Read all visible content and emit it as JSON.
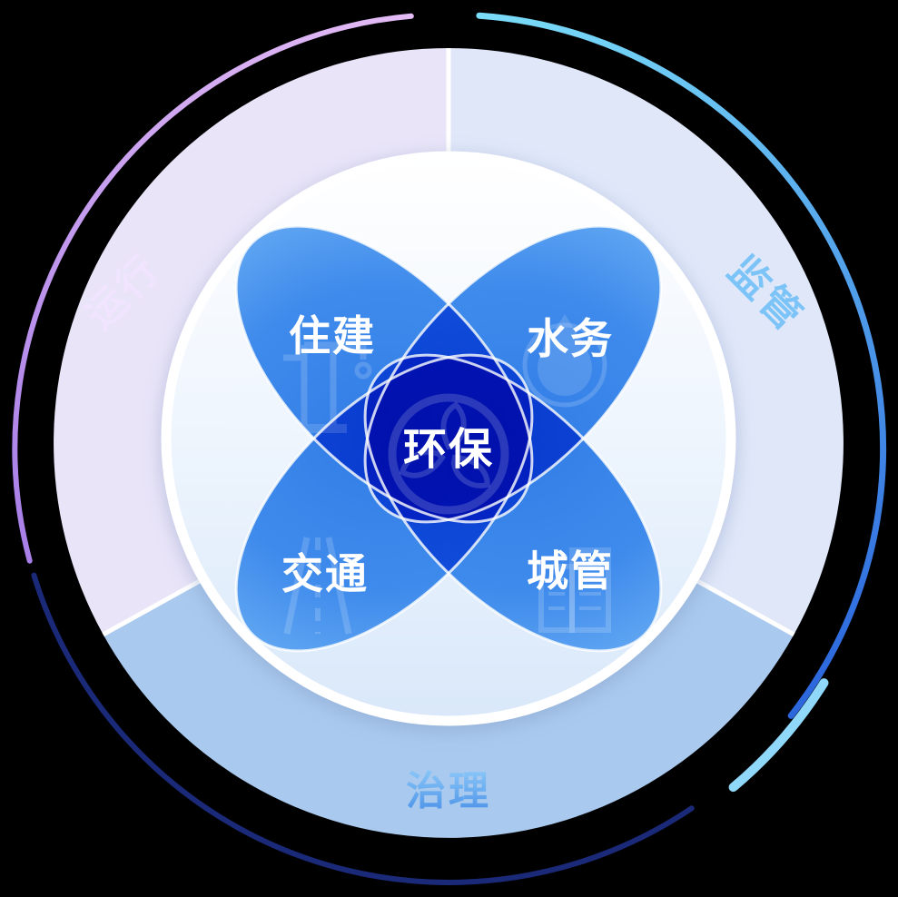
{
  "diagram": {
    "title": "smart-city-domain-flower-diagram",
    "center": {
      "label": "环保",
      "icon": "leaf-fan-icon"
    },
    "petals": [
      {
        "id": "top-left",
        "label": "住建",
        "icon": "crane-icon"
      },
      {
        "id": "top-right",
        "label": "水务",
        "icon": "water-drop-icon"
      },
      {
        "id": "bottom-left",
        "label": "交通",
        "icon": "road-icon"
      },
      {
        "id": "bottom-right",
        "label": "城管",
        "icon": "buildings-icon"
      }
    ],
    "ring_sectors": [
      {
        "id": "left",
        "label": "运行"
      },
      {
        "id": "right",
        "label": "监管"
      },
      {
        "id": "bottom",
        "label": "治理"
      }
    ],
    "colors": {
      "background": "#000000",
      "petal_blue": "#3b87ea",
      "petal_overlap_blue": "#1a66d6",
      "sector_left_lavender": "#e9e4f8",
      "sector_right_blue": "#e0e7f9",
      "sector_bottom_blue": "#a9c9ee",
      "arc_purple": "#b98ceb",
      "arc_blue": "#3a8ae8",
      "arc_navy": "#1b2a78",
      "arc_lightblue": "#8fd8fa",
      "label_white": "#ffffff"
    }
  }
}
